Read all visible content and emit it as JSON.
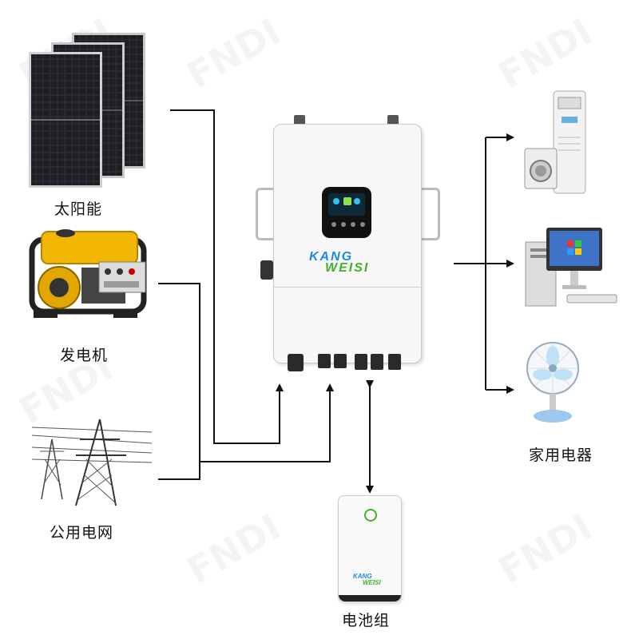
{
  "labels": {
    "solar": "太阳能",
    "generator": "发电机",
    "grid": "公用电网",
    "appliances": "家用电器",
    "battery": "电池组"
  },
  "brand": {
    "line1": "KANG",
    "line2": "WEISI",
    "color1": "#1e88e5",
    "color2": "#43b02a"
  },
  "watermark": "FNDI",
  "icons": {
    "solar": "solar-panel-icon",
    "generator": "generator-icon",
    "grid": "power-tower-icon",
    "inverter": "inverter-icon",
    "battery": "battery-pack-icon",
    "air_conditioner": "air-conditioner-icon",
    "washer": "washing-machine-icon",
    "computer": "computer-icon",
    "fan": "fan-icon"
  }
}
